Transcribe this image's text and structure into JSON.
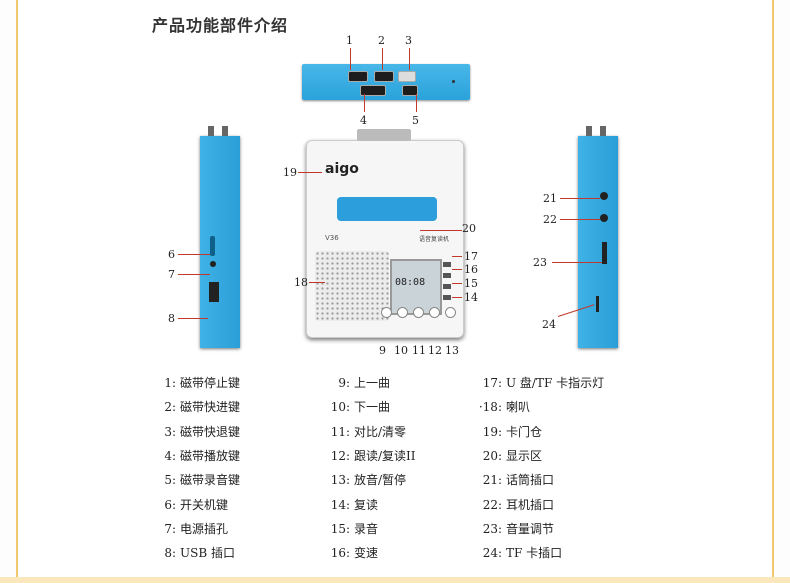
{
  "title": "产品功能部件介绍",
  "device": {
    "logo": "aigo",
    "model": "V36",
    "name": "语音复读机",
    "display": "08:08"
  },
  "callouts": [
    "1",
    "2",
    "3",
    "4",
    "5",
    "6",
    "7",
    "8",
    "9",
    "10",
    "11",
    "12",
    "13",
    "14",
    "15",
    "16",
    "17",
    "18",
    "19",
    "20",
    "21",
    "22",
    "23",
    "24"
  ],
  "legend": [
    {
      "num": "1:",
      "text": "磁带停止键"
    },
    {
      "num": "2:",
      "text": "磁带快进键"
    },
    {
      "num": "3:",
      "text": "磁带快退键"
    },
    {
      "num": "4:",
      "text": "磁带播放键"
    },
    {
      "num": "5:",
      "text": "磁带录音键"
    },
    {
      "num": "6:",
      "text": "开关机键"
    },
    {
      "num": "7:",
      "text": "电源插孔"
    },
    {
      "num": "8:",
      "text": "USB 插口"
    },
    {
      "num": "9:",
      "text": "上一曲"
    },
    {
      "num": "10:",
      "text": "下一曲"
    },
    {
      "num": "11:",
      "text": "对比/清零"
    },
    {
      "num": "12:",
      "text": "跟读/复读II"
    },
    {
      "num": "13:",
      "text": "放音/暂停"
    },
    {
      "num": "14:",
      "text": "复读"
    },
    {
      "num": "15:",
      "text": "录音"
    },
    {
      "num": "16:",
      "text": "变速"
    },
    {
      "num": "17:",
      "text": "U 盘/TF 卡指示灯"
    },
    {
      "num": "·18:",
      "text": "喇叭"
    },
    {
      "num": "19:",
      "text": "卡门仓"
    },
    {
      "num": "20:",
      "text": "显示区"
    },
    {
      "num": "21:",
      "text": "话筒插口"
    },
    {
      "num": "22:",
      "text": "耳机插口"
    },
    {
      "num": "23:",
      "text": "音量调节"
    },
    {
      "num": "24:",
      "text": "TF 卡插口"
    }
  ]
}
